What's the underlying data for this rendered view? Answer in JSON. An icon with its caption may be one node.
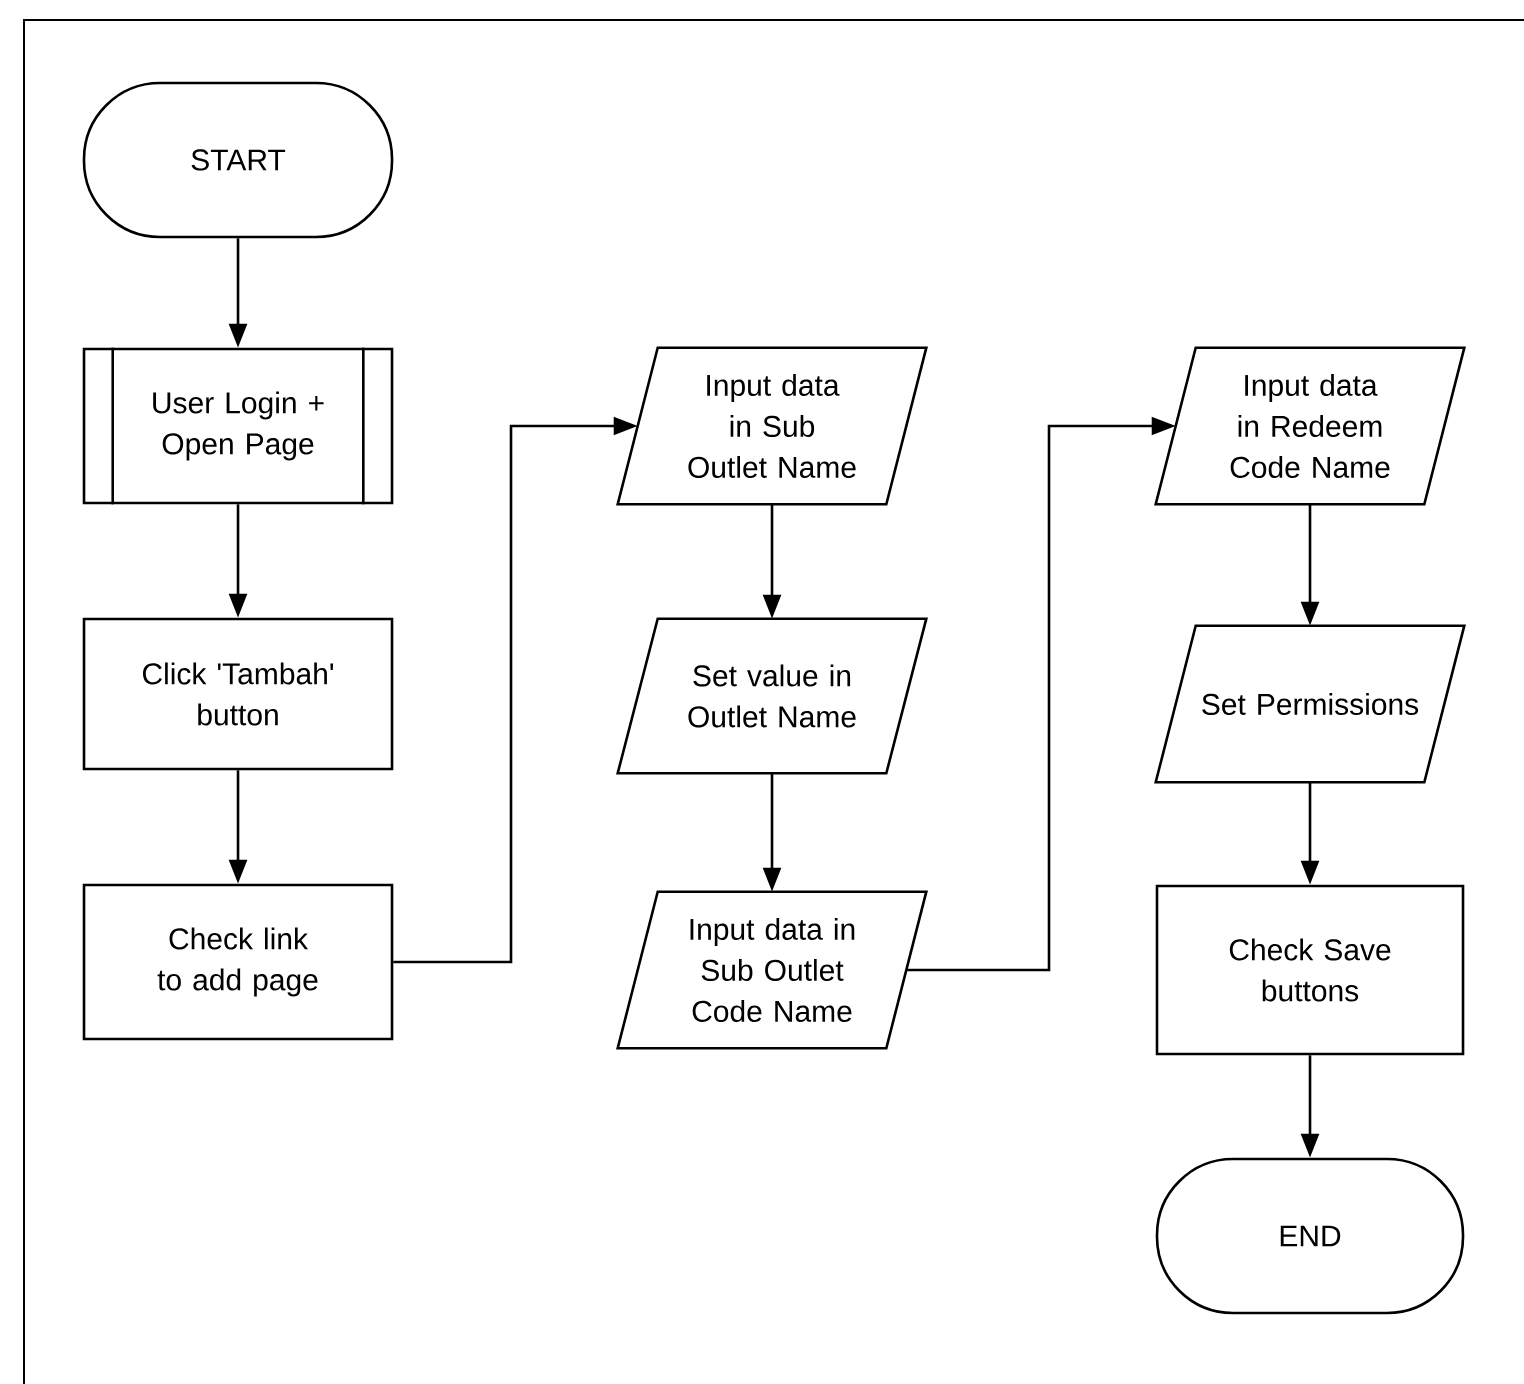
{
  "diagram": {
    "nodes": [
      {
        "text": [
          "START"
        ]
      },
      {
        "text": [
          "User Login + Open Page"
        ]
      },
      {
        "text": [
          "Click 'Tambah' button"
        ]
      },
      {
        "text": [
          "Check link to add page"
        ]
      },
      {
        "text": [
          "Input data in Sub Outlet Name"
        ]
      },
      {
        "text": [
          "Set value in Outlet Name"
        ]
      },
      {
        "text": [
          "Input data in Sub Outlet Code Name"
        ]
      },
      {
        "text": [
          "Input data in Redeem Code Name"
        ]
      },
      {
        "text": [
          "Set Permissions"
        ]
      },
      {
        "text": [
          "Check Save buttons"
        ]
      },
      {
        "text": [
          "END"
        ]
      }
    ],
    "edges": [
      {
        "from": 0,
        "to": 1,
        "arrow": "to"
      },
      {
        "from": 1,
        "to": 2,
        "arrow": "to"
      },
      {
        "from": 2,
        "to": 3,
        "arrow": "to"
      },
      {
        "from": 3,
        "to": 4,
        "arrow": "to"
      },
      {
        "from": 4,
        "to": 5,
        "arrow": "to"
      },
      {
        "from": 5,
        "to": 6,
        "arrow": "to"
      },
      {
        "from": 6,
        "to": 7,
        "arrow": "to"
      },
      {
        "from": 7,
        "to": 8,
        "arrow": "to"
      },
      {
        "from": 8,
        "to": 9,
        "arrow": "to"
      },
      {
        "from": 9,
        "to": 10,
        "arrow": "to"
      }
    ]
  }
}
